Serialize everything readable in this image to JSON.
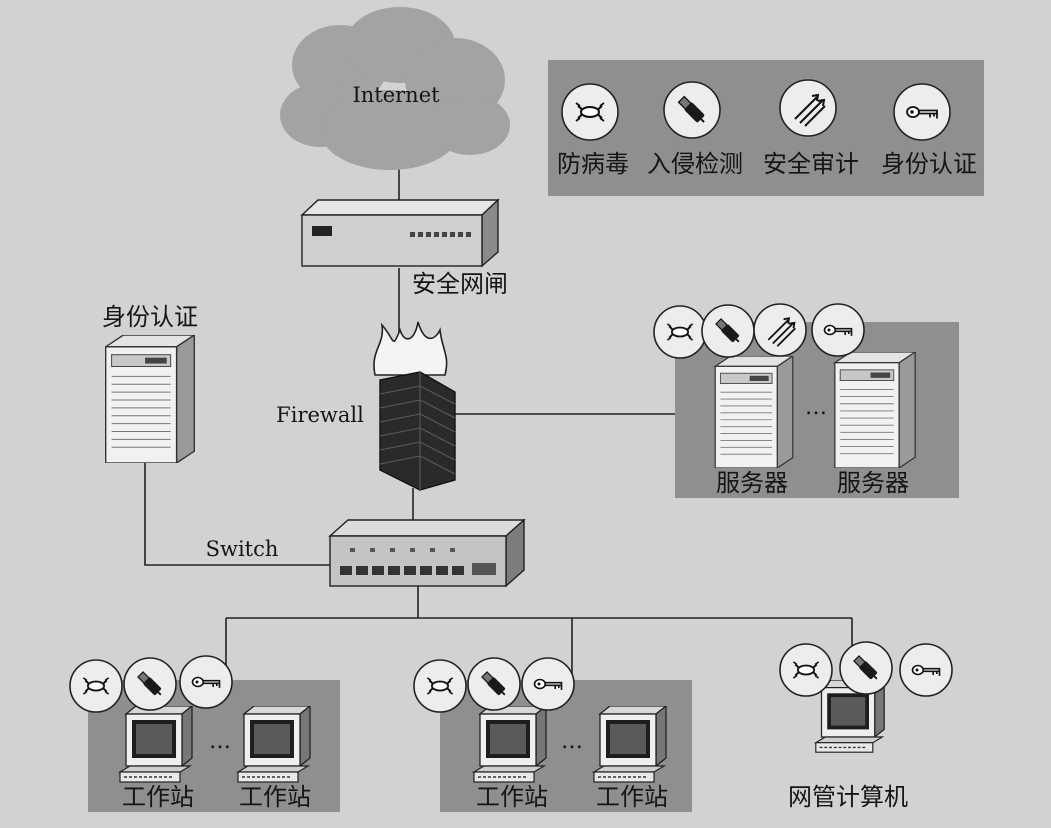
{
  "labels": {
    "internet": "Internet",
    "gateway": "安全网闸",
    "firewall": "Firewall",
    "switch": "Switch",
    "auth_server": "身份认证",
    "server": "服务器",
    "workstation": "工作站",
    "admin_pc": "网管计算机",
    "ellipsis": "…"
  },
  "legend": {
    "items": [
      {
        "icon": "antivirus-icon",
        "label": "防病毒"
      },
      {
        "icon": "intrusion-detection-icon",
        "label": "入侵检测"
      },
      {
        "icon": "security-audit-icon",
        "label": "安全审计"
      },
      {
        "icon": "key-icon",
        "label": "身份认证"
      }
    ]
  }
}
